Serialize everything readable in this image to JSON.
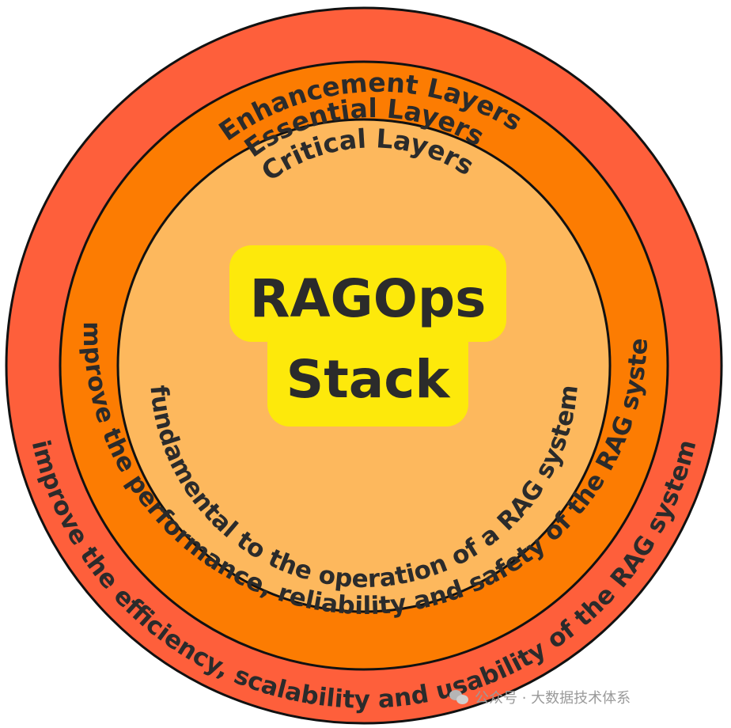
{
  "diagram": {
    "title_lines": [
      "RAGOps",
      "Stack"
    ],
    "layers": [
      {
        "name": "Enhancement Layers",
        "description": "improve the efficiency, scalability and usability of the RAG system",
        "fill": "#fe5f3b"
      },
      {
        "name": "Essential Layers",
        "description": "improve the performance, reliability and safety  of the RAG system",
        "fill": "#fc7c02"
      },
      {
        "name": "Critical Layers",
        "description": "fundamental to the operation  of a RAG system",
        "fill": "#fdb85d"
      }
    ],
    "colors": {
      "core_badge": "#fde90b",
      "text": "#2b2b2b",
      "outline": "#111111"
    }
  },
  "watermark": {
    "icon": "wechat-icon",
    "text": "公众号 · 大数据技术体系"
  }
}
